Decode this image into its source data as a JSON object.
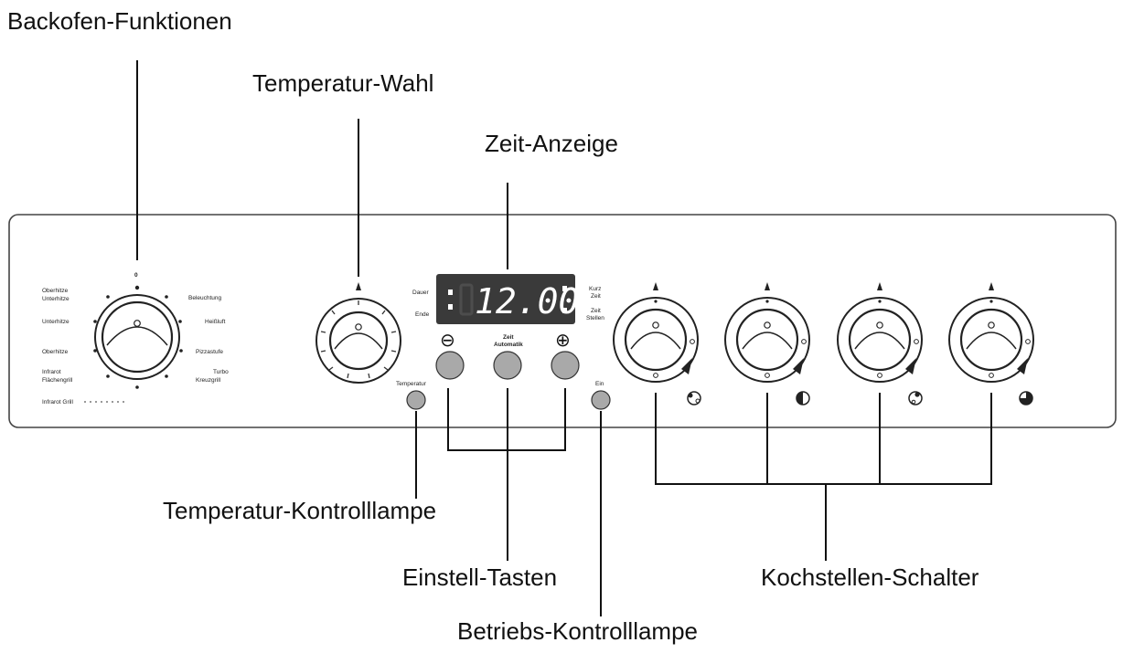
{
  "callouts": {
    "backofen_funktionen": "Backofen-Funktionen",
    "temperatur_wahl": "Temperatur-Wahl",
    "zeit_anzeige": "Zeit-Anzeige",
    "temperatur_kontrolllampe": "Temperatur-Kontrolllampe",
    "einstell_tasten": "Einstell-Tasten",
    "betriebs_kontrolllampe": "Betriebs-Kontrolllampe",
    "kochstellen_schalter": "Kochstellen-Schalter"
  },
  "oven_function_dial": {
    "zero_mark": "0",
    "labels_left": [
      "Oberhitze",
      "Unterhitze",
      "Unterhitze",
      "Oberhitze",
      "Infrarot",
      "Flächengrill",
      "Infrarot Grill"
    ],
    "labels_right": [
      "Beleuchtung",
      "Heißluft",
      "Pizzastufe",
      "Turbo",
      "Kreuzgrill"
    ]
  },
  "display": {
    "time": "12.00",
    "left_labels": [
      "Dauer",
      "Ende"
    ],
    "right_labels": [
      "Kurz",
      "Zeit",
      "Zeit",
      "Stellen"
    ]
  },
  "buttons": {
    "minus_symbol": "⊖",
    "plus_symbol": "⊕",
    "middle_label_1": "Zeit",
    "middle_label_2": "Automatik",
    "temperature_lamp_label": "Temperatur",
    "operation_lamp_label": "Ein"
  },
  "colors": {
    "display_bg": "#3a3a3a",
    "button_fill": "#a9a9a9",
    "line": "#111111"
  }
}
